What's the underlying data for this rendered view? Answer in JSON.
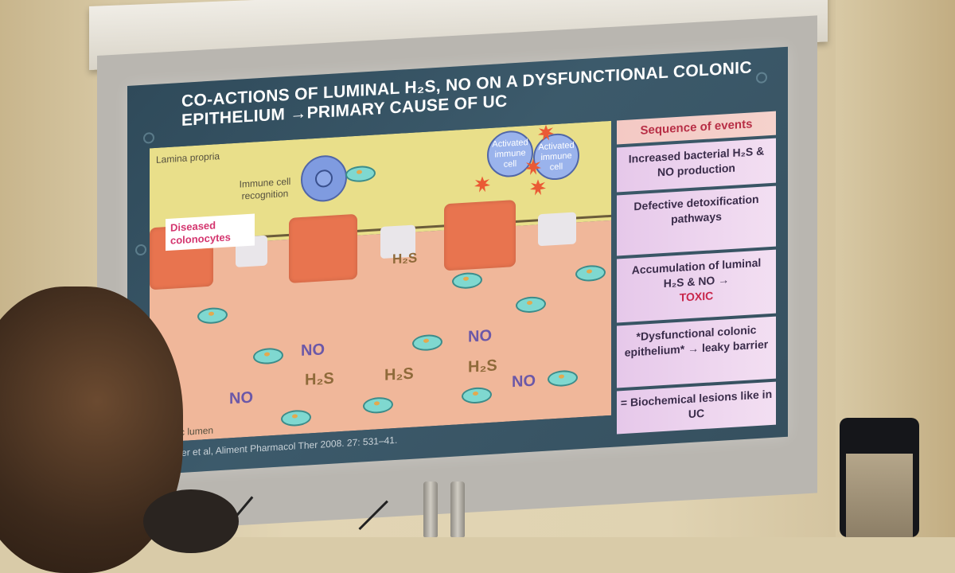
{
  "slide": {
    "title_line1": "CO-ACTIONS OF LUMINAL H₂S, NO ON A DYSFUNCTIONAL COLONIC",
    "title_line2": "EPITHELIUM →PRIMARY CAUSE OF UC",
    "diagram": {
      "lamina_label": "Lamina propria",
      "recognition_label": "Immune cell recognition",
      "activated_label_1": "Activated immune cell",
      "activated_label_2": "Activated immune cell",
      "diseased_label": "Diseased colonocytes",
      "lumen_label": "Colonic lumen",
      "molecules": {
        "h2s_top": "H₂S",
        "no_1": "NO",
        "no_2": "NO",
        "no_3": "NO",
        "no_4": "NO",
        "h2s_1": "H₂S",
        "h2s_2": "H₂S",
        "h2s_3": "H₂S"
      }
    },
    "sequence": {
      "header": "Sequence of events",
      "steps": [
        "Increased bacterial H₂S & NO production",
        "Defective detoxification pathways",
        "Accumulation of luminal H₂S & NO →",
        "*Dysfunctional colonic epithelium* → leaky barrier",
        "= Biochemical lesions like in UC"
      ],
      "toxic_word": "TOXIC"
    },
    "citation": "Roediger et al, Aliment Pharmacol Ther 2008. 27: 531–41."
  },
  "colors": {
    "slide_bg": "#36505f",
    "lamina": "#e9df8a",
    "lumen": "#f0b79a",
    "colonocyte": "#e8744f",
    "sequence_header_text": "#b82f46",
    "toxic": "#c8264a"
  }
}
